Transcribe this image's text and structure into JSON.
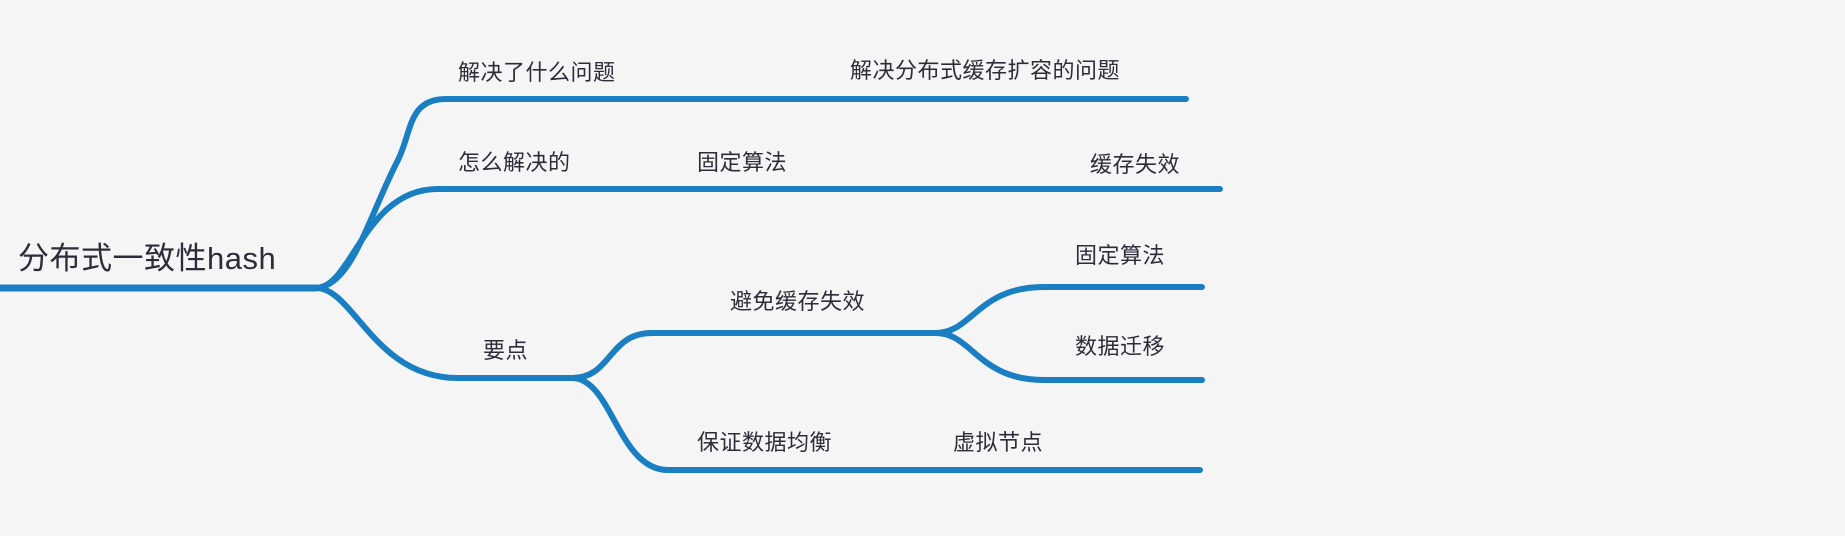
{
  "theme": {
    "background": "#f5f5f6",
    "line_color": "#1a7ec2",
    "text_color": "#2d2d3a"
  },
  "mindmap": {
    "root": {
      "label": "分布式一致性hash"
    },
    "branches": [
      {
        "label": "解决了什么问题",
        "children": [
          {
            "label": "解决分布式缓存扩容的问题"
          }
        ]
      },
      {
        "label": "怎么解决的",
        "children": [
          {
            "label": "固定算法",
            "children": [
              {
                "label": "缓存失效"
              }
            ]
          }
        ]
      },
      {
        "label": "要点",
        "children": [
          {
            "label": "避免缓存失效",
            "children": [
              {
                "label": "固定算法"
              },
              {
                "label": "数据迁移"
              }
            ]
          },
          {
            "label": "保证数据均衡",
            "children": [
              {
                "label": "虚拟节点"
              }
            ]
          }
        ]
      }
    ]
  }
}
